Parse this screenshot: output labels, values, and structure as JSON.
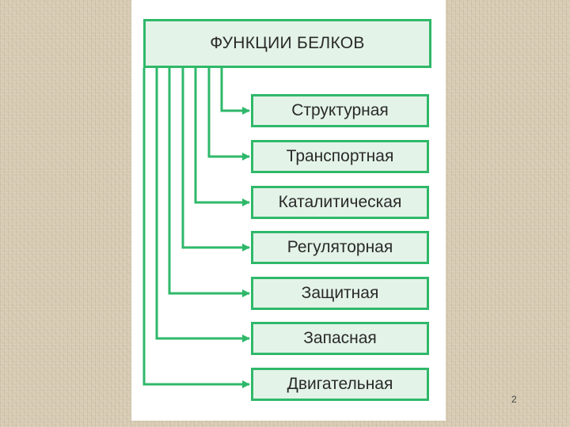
{
  "diagram": {
    "title": "ФУНКЦИИ БЕЛКОВ",
    "functions": [
      "Структурная",
      "Транспортная",
      "Каталитическая",
      "Регуляторная",
      "Защитная",
      "Запасная",
      "Двигательная"
    ],
    "line_color": "#2fb86a",
    "box_fill": "#e3f3e7"
  },
  "slide": {
    "page_number": "2"
  }
}
